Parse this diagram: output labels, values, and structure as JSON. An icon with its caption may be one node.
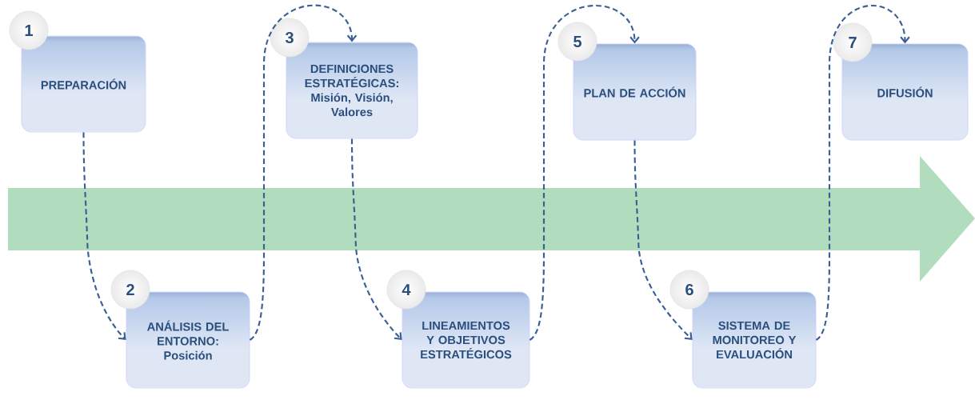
{
  "diagram": {
    "nodes": [
      {
        "text": [
          "1"
        ]
      },
      {
        "text": [
          "PREPARACIÓN"
        ]
      },
      {
        "text": [
          "2"
        ]
      },
      {
        "text": [
          "ANÁLISIS DEL ENTORNO: Posición"
        ]
      },
      {
        "text": [
          "3"
        ]
      },
      {
        "text": [
          "DEFINICIONES ESTRATÉGICAS: Misión, Visión, Valores"
        ]
      },
      {
        "text": [
          "4"
        ]
      },
      {
        "text": [
          "LINEAMIENTOS Y OBJETIVOS ESTRATÉGICOS"
        ]
      },
      {
        "text": [
          "5"
        ]
      },
      {
        "text": [
          "PLAN DE ACCIÓN"
        ]
      },
      {
        "text": [
          "6"
        ]
      },
      {
        "text": [
          "SISTEMA DE MONITOREO Y EVALUACIÓN"
        ]
      },
      {
        "text": [
          "7"
        ]
      },
      {
        "text": [
          "DIFUSIÓN"
        ]
      }
    ],
    "edges": [
      {
        "from": 1,
        "to": 3,
        "arrow": "to"
      },
      {
        "from": 3,
        "to": 5,
        "arrow": "to"
      },
      {
        "from": 5,
        "to": 7,
        "arrow": "to"
      },
      {
        "from": 7,
        "to": 9,
        "arrow": "to"
      },
      {
        "from": 9,
        "to": 11,
        "arrow": "to"
      },
      {
        "from": 11,
        "to": 13,
        "arrow": "to"
      }
    ]
  }
}
